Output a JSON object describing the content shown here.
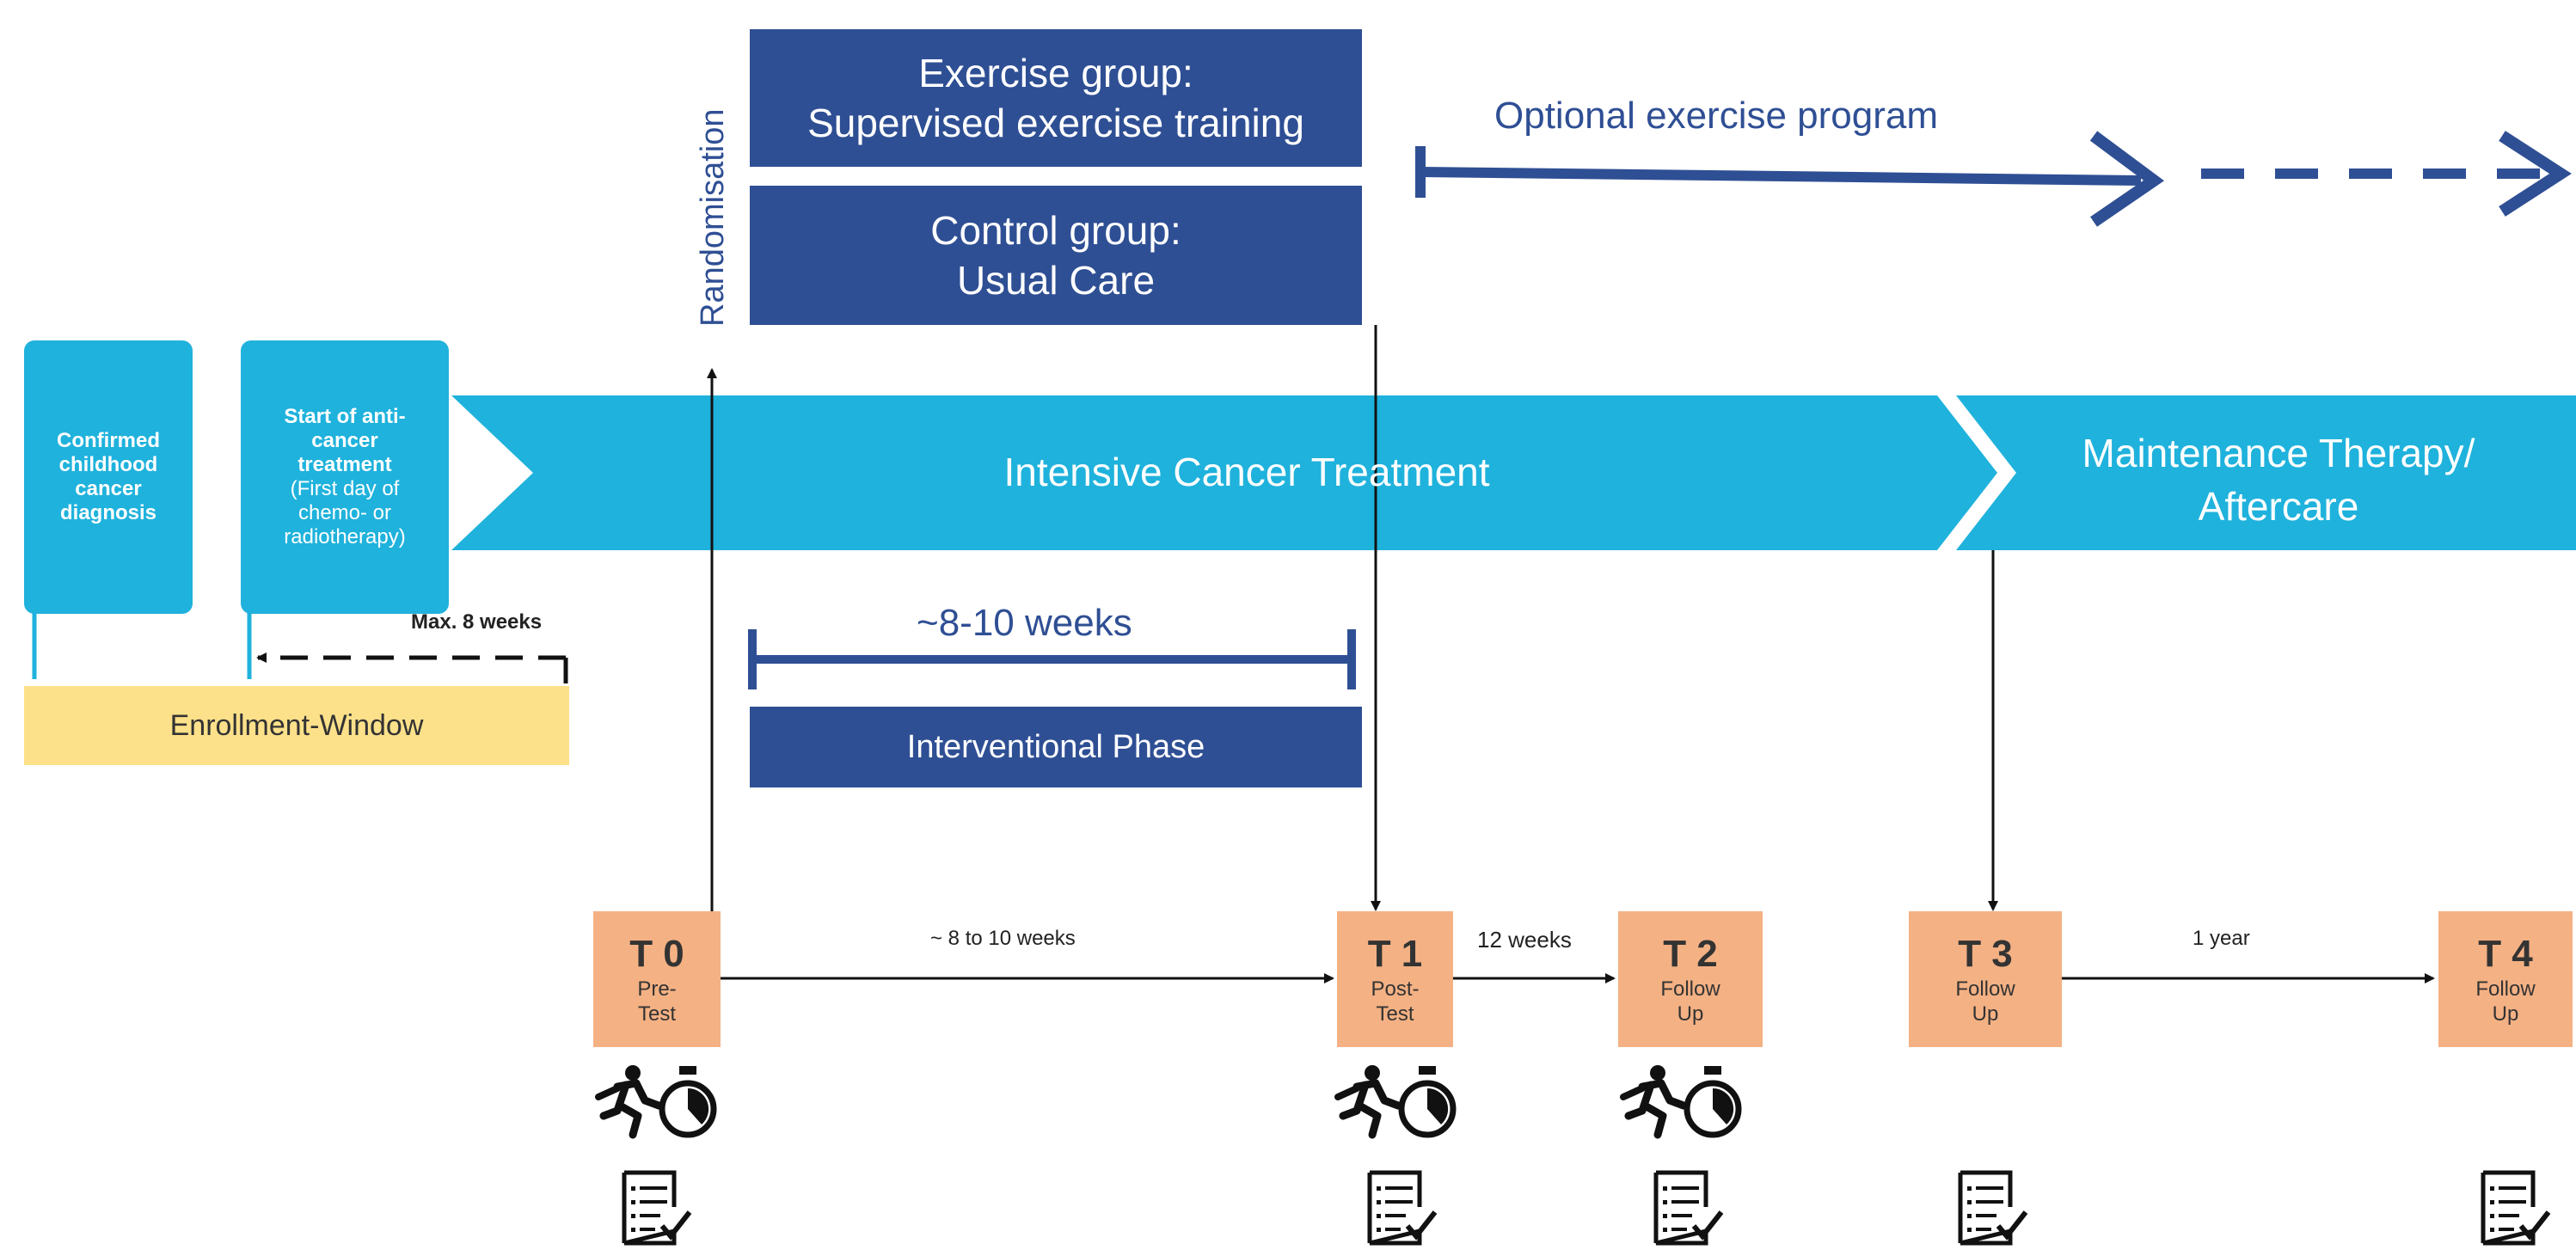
{
  "groups": {
    "exercise": [
      "Exercise group:",
      "Supervised exercise training"
    ],
    "control": [
      "Control group:",
      "Usual Care"
    ]
  },
  "randomisation": "Randomisation",
  "optional_program": "Optional exercise program",
  "boxes": {
    "diagnosis": [
      "Confirmed",
      "childhood",
      "cancer",
      "diagnosis"
    ],
    "start_bold": [
      "Start of anti-",
      "cancer",
      "treatment"
    ],
    "start_normal": [
      "(First day of",
      "chemo- or",
      "radiotherapy)"
    ]
  },
  "banner": {
    "intensive": "Intensive Cancer Treatment",
    "maintenance": [
      "Maintenance Therapy/",
      "Aftercare"
    ]
  },
  "max_weeks": "Max. 8 weeks",
  "enrollment": "Enrollment-Window",
  "duration": "~8-10 weeks",
  "phase": "Interventional Phase",
  "timepoints": [
    {
      "code": "T 0",
      "label": [
        "Pre-",
        "Test"
      ]
    },
    {
      "code": "T 1",
      "label": [
        "Post-",
        "Test"
      ]
    },
    {
      "code": "T 2",
      "label": [
        "Follow",
        "Up"
      ]
    },
    {
      "code": "T 3",
      "label": [
        "Follow",
        "Up"
      ]
    },
    {
      "code": "T 4",
      "label": [
        "Follow",
        "Up"
      ]
    }
  ],
  "intervals": {
    "t0_t1": "~ 8 to 10 weeks",
    "t1_t2": "12 weeks",
    "t3_t4": "1 year"
  },
  "colors": {
    "navy": "#2f4f94",
    "cyan": "#1fb2dc",
    "peach": "#f4b183",
    "yellow": "#fde18a"
  },
  "icons": [
    "running-person-icon",
    "stopwatch-icon",
    "questionnaire-icon"
  ]
}
